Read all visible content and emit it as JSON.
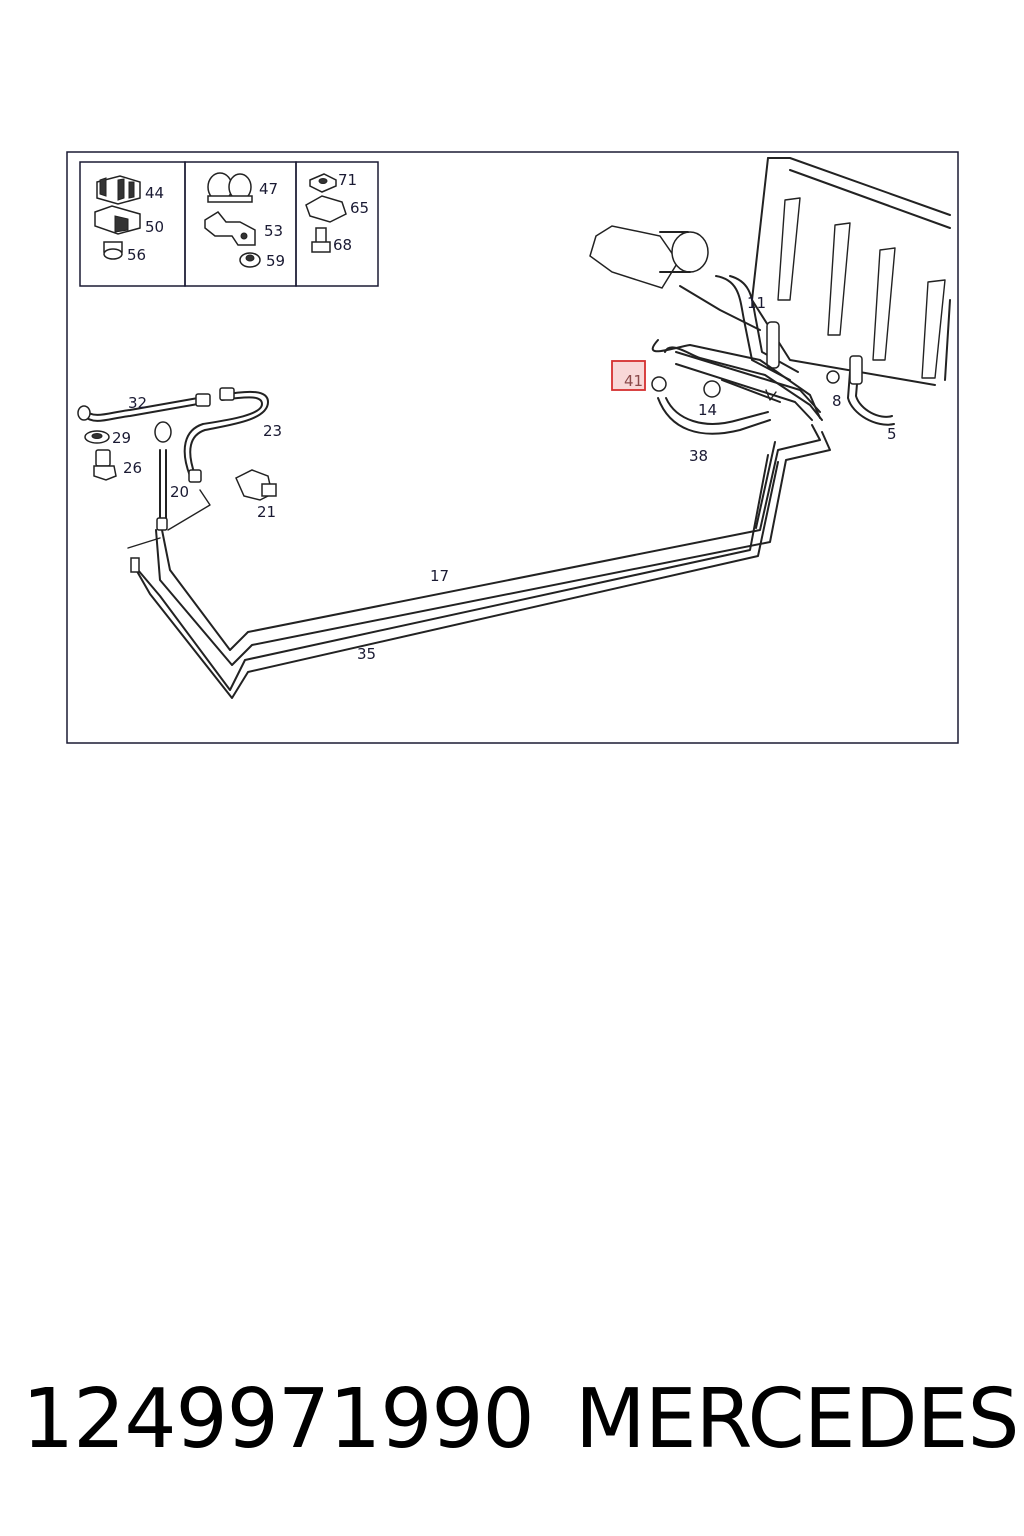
{
  "diagram": {
    "labels": {
      "l44": "44",
      "l50": "50",
      "l56": "56",
      "l47": "47",
      "l53": "53",
      "l59": "59",
      "l71": "71",
      "l65": "65",
      "l68": "68",
      "l11": "11",
      "l41": "41",
      "l14": "14",
      "l8": "8",
      "l5": "5",
      "l38": "38",
      "l32": "32",
      "l29": "29",
      "l26": "26",
      "l23": "23",
      "l20": "20",
      "l21": "21",
      "l17": "17",
      "l35": "35"
    },
    "highlighted_part": "41",
    "highlight_color": "#d43030"
  },
  "footer": {
    "part_number": "1249971990",
    "brand": "MERCEDES"
  }
}
